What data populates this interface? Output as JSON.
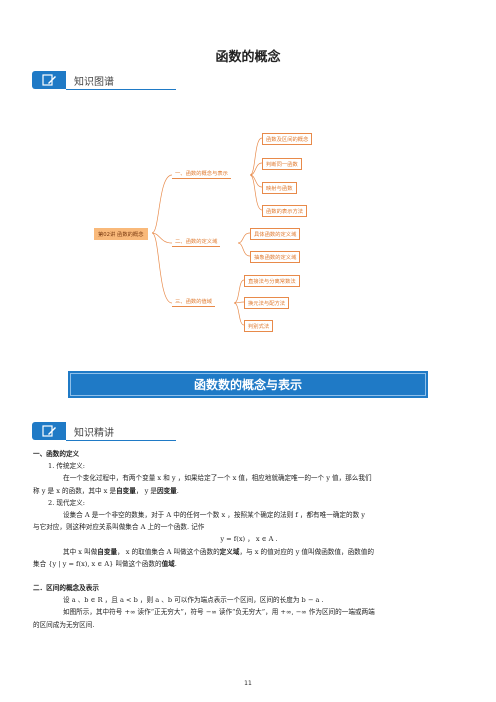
{
  "title": "函数的概念",
  "section1": {
    "label": "知识图谱",
    "icon": "pencil-on-paper-icon"
  },
  "section2": {
    "label": "知识精讲",
    "icon": "pencil-on-paper-icon"
  },
  "mindmap": {
    "root": "第02讲 函数的概念",
    "branches": [
      {
        "label": "一、函数的概念与表示",
        "children": [
          "函数及区间的概念",
          "判断同一函数",
          "映射与函数",
          "函数的表示方法"
        ]
      },
      {
        "label": "二、函数的定义域",
        "children": [
          "具体函数的定义域",
          "抽象函数的定义域"
        ]
      },
      {
        "label": "三、函数的值域",
        "children": [
          "直接法与分离常数法",
          "换元法与配方法",
          "判别式法"
        ]
      }
    ]
  },
  "banner": "函数数的概念与表示",
  "content": {
    "h1": "一、函数的定义",
    "s1": "1. 传统定义:",
    "s1_body_a": "在一个变化过程中，有两个变量 x 和 y ，如果给定了一个 x 值，相应地就确定唯一的一个 y 值，那么我们",
    "s1_body_b1": "称 y 是 x 的函数，其中 x 是",
    "s1_kw1": "自变量",
    "s1_body_b2": "， y 是",
    "s1_kw2": "因变量",
    "s1_body_b3": ".",
    "s2": "2. 现代定义:",
    "s2_body_a": "设集合 A 是一个非空的数集，对于 A 中的任何一个数 x ，按照某个确定的法则 f ，都有唯一确定的数 y",
    "s2_body_b": "与它对应，则这种对应关系叫做集合 A 上的一个函数. 记作",
    "formula": "y = f(x) ， x ∈ A .",
    "s2_body_c1": "其中 x 叫做",
    "s2_kw1": "自变量",
    "s2_body_c2": "， x 的取值集合 A 叫做这个函数的",
    "s2_kw2": "定义域",
    "s2_body_c3": "，与 x 的值对应的 y 值叫做函数值，函数值的",
    "s2_body_d1": "集合 {y | y = f(x), x ∈ A} 叫做这个函数的",
    "s2_kw3": "值域",
    "s2_body_d2": ".",
    "h2": "二．区间的概念及表示",
    "r1": "设 a 、b ∈ R ，且 a < b ，则 a 、b 可以作为端点表示一个区间，区间的长度为 b − a .",
    "r2": "如图所示，其中符号 +∞ 读作“正无穷大”，符号 −∞ 读作“负无穷大”，用 +∞, −∞ 作为区间的一端或两端",
    "r3": "的区间成为无穷区间."
  },
  "page_number": "11"
}
